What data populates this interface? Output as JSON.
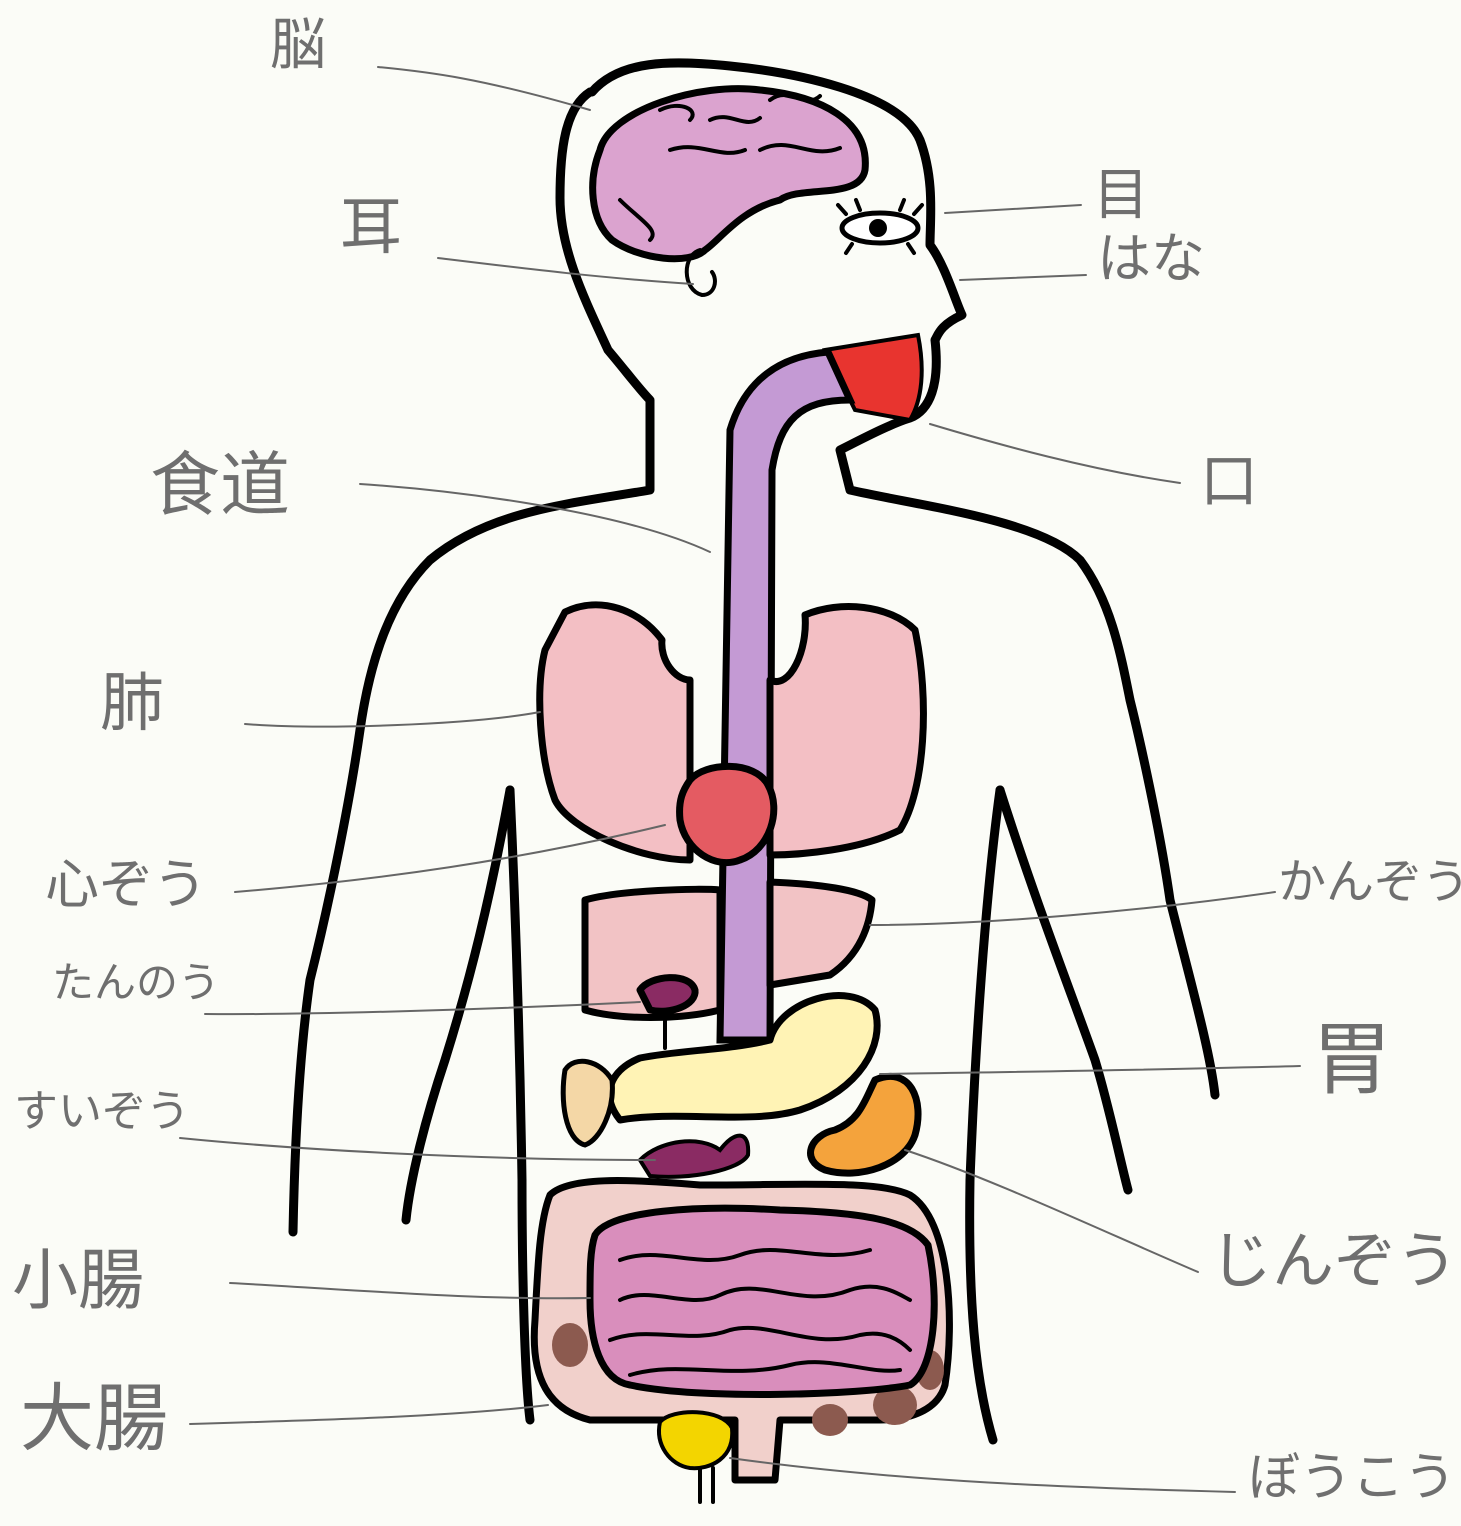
{
  "labels": {
    "brain": "脳",
    "ear": "耳",
    "eye": "目",
    "nose": "はな",
    "mouth": "口",
    "esophagus": "食道",
    "lung": "肺",
    "heart": "心ぞう",
    "liver": "かんぞう",
    "gallbladder": "たんのう",
    "stomach": "胃",
    "pancreas": "すいぞう",
    "kidney": "じんぞう",
    "small_intestine": "小腸",
    "large_intestine": "大腸",
    "bladder": "ぼうこう"
  },
  "colors": {
    "outline": "#000000",
    "label_text": "#6f6f6f",
    "leader_line": "#666666",
    "brain": "#dba3cf",
    "mouth": "#e8342f",
    "esophagus": "#c49ad4",
    "lungs": "#f3bfc4",
    "heart": "#e45b62",
    "liver": "#f2c3c5",
    "gallbladder": "#8a2b63",
    "stomach": "#fff3b5",
    "pancreas": "#f4d7a6",
    "kidney": "#f4a33c",
    "small_intestine": "#d98ebc",
    "large_intestine": "#f1d0cb",
    "large_intestine_spots": "#8c5a4f",
    "bladder": "#f3d500"
  }
}
